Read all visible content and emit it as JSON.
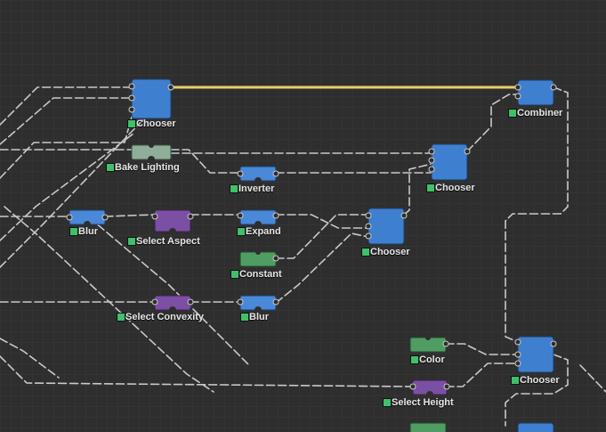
{
  "colors": {
    "background": "#2e2e2e",
    "grid": "#343434",
    "wire": "#c9c9c9",
    "active_wire": "#e7d06a",
    "status_led": "#3fc06a",
    "input": "#4a90e2",
    "filter": "#4a82d6",
    "selector": "#7b4fa3",
    "constant": "#4f9d63",
    "lighting": "#8bab97"
  },
  "nodes": {
    "chooser_1": {
      "label": "Chooser"
    },
    "bake_lighting": {
      "label": "Bake Lighting"
    },
    "inverter": {
      "label": "Inverter"
    },
    "combiner": {
      "label": "Combiner"
    },
    "chooser_2": {
      "label": "Chooser"
    },
    "blur_1": {
      "label": "Blur"
    },
    "select_aspect": {
      "label": "Select Aspect"
    },
    "expand": {
      "label": "Expand"
    },
    "chooser_3": {
      "label": "Chooser"
    },
    "constant": {
      "label": "Constant"
    },
    "select_convexity": {
      "label": "Select Convexity"
    },
    "blur_2": {
      "label": "Blur"
    },
    "color": {
      "label": "Color"
    },
    "chooser_4": {
      "label": "Chooser"
    },
    "select_height": {
      "label": "Select Height"
    }
  }
}
